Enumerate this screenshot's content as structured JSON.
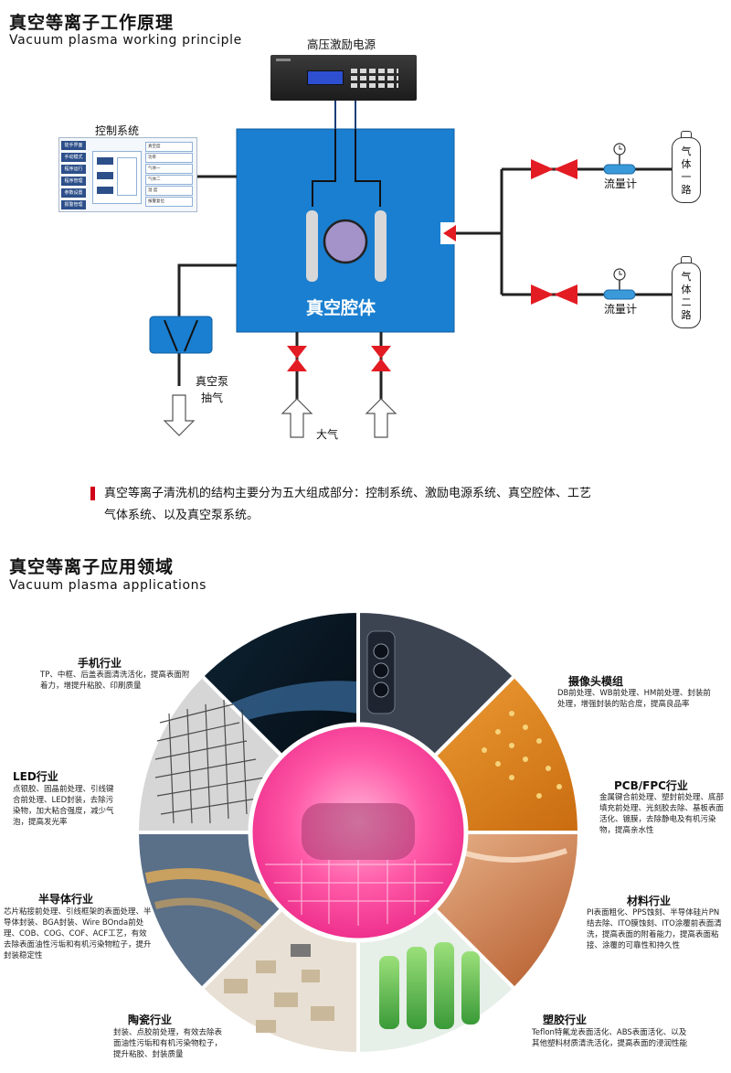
{
  "principle": {
    "title": "真空等离子工作原理",
    "subtitle": "Vacuum plasma working principle",
    "power_label": "高压激励电源",
    "control_label": "控制系统",
    "chamber_label": "真空腔体",
    "pump_label_1": "真空泵",
    "pump_label_2": "抽气",
    "atmosphere_label": "大气",
    "flowmeter_label": "流量计",
    "gas1_label": [
      "气",
      "体",
      "一",
      "路"
    ],
    "gas2_label": [
      "气",
      "体",
      "二",
      "路"
    ],
    "control_buttons": [
      "徒手界面",
      "手动模式",
      "程序运行",
      "程序管理",
      "参数设置",
      "报警管理"
    ],
    "control_rows": [
      "真空度",
      "功率",
      "气体一",
      "气体二",
      "温 度",
      "报警复位"
    ]
  },
  "intro_text": "真空等离子清洗机的结构主要分为五大组成部分：控制系统、激励电源系统、真空腔体、工艺气体系统、以及真空泵系统。",
  "intro_line1": "真空等离子清洗机的结构主要分为五大组成部分：控制系统、激励电源系统、真空腔体、工艺",
  "intro_line2": "气体系统、以及真空泵系统。",
  "applications": {
    "title": "真空等离子应用领域",
    "subtitle": "Vacuum plasma applications",
    "sectors": [
      {
        "name": "手机行业",
        "desc": "TP、中框、后盖表面清洗活化，提高表面附着力，增提升粘胶、印刷质量"
      },
      {
        "name": "LED行业",
        "desc": "点银胶、固晶前处理、引线键合前处理、LED封装，去除污染物，加大粘合强度，减少气泡，提高发光率"
      },
      {
        "name": "半导体行业",
        "desc": "芯片粘接前处理、引线框架的表面处理、半导体封装、BGA封装、Wire BOnda前处理、COB、COG、COF、ACF工艺，有效去除表面油性污垢和有机污染物粒子，提升封装稳定性"
      },
      {
        "name": "陶瓷行业",
        "desc": "封装、点胶前处理，有效去除表面油性污垢和有机污染物粒子，提升粘胶、封装质量"
      },
      {
        "name": "摄像头模组",
        "desc": "DB前处理、WB前处理、HM前处理、封装前处理，增强封装的贴合度，提高良品率"
      },
      {
        "name": "PCB/FPC行业",
        "desc": "金属键合前处理、塑封前处理、底部填充前处理、光刻胶去除、基板表面活化、镀膜，去除静电及有机污染物，提高亲水性"
      },
      {
        "name": "材料行业",
        "desc": "PI表面粗化、PPS蚀刻、半导体硅片PN结去除、ITO膜蚀刻、ITO涂覆前表面清洗，提高表面的附着能力，提高表面粘接、涂覆的可靠性和持久性"
      },
      {
        "name": "塑胶行业",
        "desc": "Teflon特氟龙表面活化、ABS表面活化、以及其他塑料材质清洗活化，提高表面的浸润性能"
      }
    ]
  },
  "colors": {
    "chamber": "#1a7fd0",
    "valve_red": "#e31b23",
    "pipe": "#222222",
    "accent": "#d0021b",
    "plasma": "#ff4fa3"
  }
}
